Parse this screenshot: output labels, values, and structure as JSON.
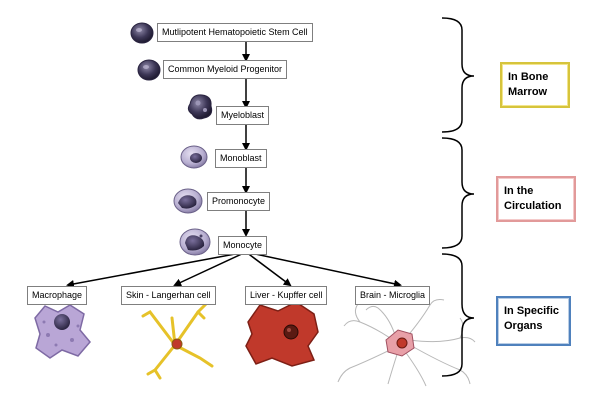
{
  "cells": {
    "hsc": "Mutlipotent Hematopoietic Stem Cell",
    "cmp": "Common Myeloid Progenitor",
    "myeloblast": "Myeloblast",
    "monoblast": "Monoblast",
    "promonocyte": "Promonocyte",
    "monocyte": "Monocyte"
  },
  "tissue_cells": {
    "macrophage": "Macrophage",
    "langerhans": "Skin - Langerhan cell",
    "kupffer": "Liver - Kupffer cell",
    "microglia": "Brain - Microglia"
  },
  "stages": {
    "bone_line1": "In Bone",
    "bone_line2": "Marrow",
    "circ_line1": "In the",
    "circ_line2": "Circulation",
    "organ_line1": "In Specific",
    "organ_line2": "Organs"
  },
  "colors": {
    "bone_border": "#d6c43c",
    "circulation_border": "#e29a9a",
    "organs_border": "#4f81bd",
    "macrophage": "#b9a6d6",
    "langerhans": "#e6c229",
    "kupffer": "#c0392b",
    "microglia": "#e8a0a8"
  }
}
